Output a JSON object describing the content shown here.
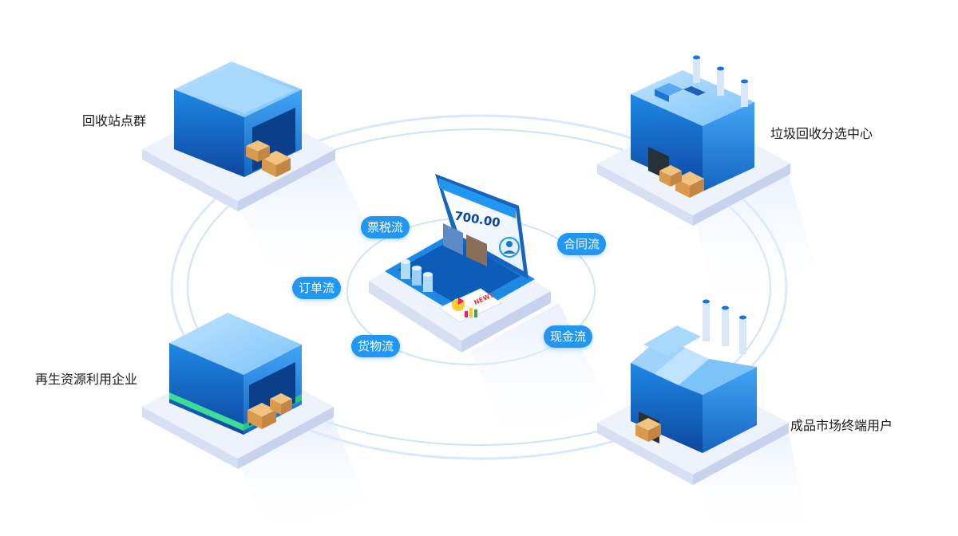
{
  "nodes": {
    "recycling_points": "回收站点群",
    "sorting_center": "垃圾回收分选中心",
    "recycled_enterprise": "再生资源利用企业",
    "end_users": "成品市场终端用户"
  },
  "flows": {
    "invoice_tax": "票税流",
    "contract": "合同流",
    "order": "订单流",
    "goods": "货物流",
    "cash": "现金流"
  },
  "laptop_screen": {
    "amount": "700.00",
    "news_badge": "NEWS"
  },
  "colors": {
    "primary_blue": "#2196f3",
    "ring_blue": "#cfe3fb",
    "platform": "#eef2fb",
    "building_blue": "#1e88e5",
    "box_tan": "#e0a85a"
  }
}
